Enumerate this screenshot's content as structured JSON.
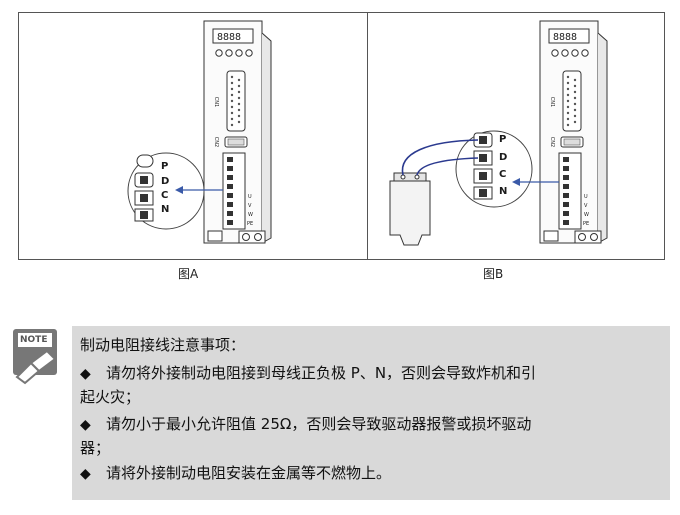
{
  "figures": {
    "a": {
      "caption": "图A"
    },
    "b": {
      "caption": "图B"
    }
  },
  "drive_labels": {
    "cn1": "CN1",
    "cn2": "CN2",
    "terminal_pins": [
      "P",
      "D",
      "C",
      "N"
    ],
    "side_pins": [
      "U",
      "V",
      "W",
      "PE"
    ]
  },
  "note": {
    "icon_label": "NOTE",
    "title": "制动电阻接线注意事项：",
    "bullet_symbol": "◆",
    "lines": [
      "请勿将外接制动电阻接到母线正负极 P、N，否则会导致炸机和引",
      "起火灾；",
      "请勿小于最小允许阻值 25Ω，否则会导致驱动器报警或损坏驱动",
      "器；",
      "请将外接制动电阻安装在金属等不燃物上。"
    ]
  },
  "colors": {
    "wire": "#2b3a8f",
    "arrow": "#3a5aa8",
    "note_bg": "#d9d9d9"
  }
}
